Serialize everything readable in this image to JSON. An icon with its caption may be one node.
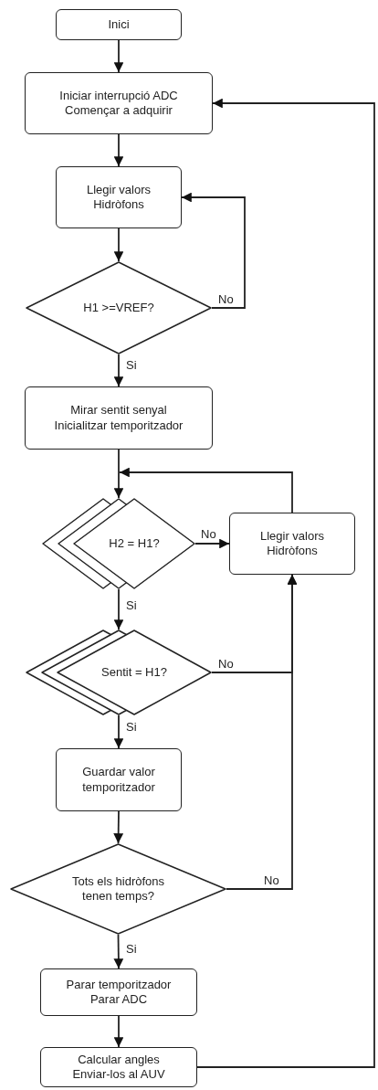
{
  "diagram": {
    "nodes": [
      {
        "text": [
          "Inici"
        ]
      },
      {
        "text": [
          "Iniciar interrupció ADC Començar a adquirir"
        ]
      },
      {
        "text": [
          "Llegir valors Hidròfons"
        ]
      },
      {
        "text": [
          "H1 >=VREF?"
        ]
      },
      {
        "text": [
          "Mirar sentit senyal Inicialitzar temporitzador"
        ]
      },
      {
        "text": [
          "H2 = H1?"
        ]
      },
      {
        "text": [
          "Llegir valors Hidròfons"
        ]
      },
      {
        "text": [
          "Sentit = H1?"
        ]
      },
      {
        "text": [
          "Guardar valor temporitzador"
        ]
      },
      {
        "text": [
          "Tots els hidròfons tenen temps?"
        ]
      },
      {
        "text": [
          "Parar temporitzador Parar ADC"
        ]
      },
      {
        "text": [
          "Calcular angles Enviar-los al AUV"
        ]
      }
    ],
    "edges": [
      {
        "from": 0,
        "to": 1,
        "arrow": "to"
      },
      {
        "from": 1,
        "to": 2,
        "arrow": "to"
      },
      {
        "from": 2,
        "to": 3,
        "arrow": "to"
      },
      {
        "from": 3,
        "to": 2,
        "arrow": "to",
        "label": "No"
      },
      {
        "from": 3,
        "to": 4,
        "arrow": "to",
        "label": "Si"
      },
      {
        "from": 4,
        "to": 5,
        "arrow": "to"
      },
      {
        "from": 6,
        "to": 5,
        "arrow": "to"
      },
      {
        "from": 5,
        "to": 6,
        "arrow": "to",
        "label": "No"
      },
      {
        "from": 5,
        "to": 7,
        "arrow": "to",
        "label": "Si"
      },
      {
        "from": 7,
        "to": 6,
        "arrow": "to",
        "label": "No"
      },
      {
        "from": 7,
        "to": 8,
        "arrow": "to",
        "label": "Si"
      },
      {
        "from": 8,
        "to": 9,
        "arrow": "to"
      },
      {
        "from": 9,
        "to": 6,
        "arrow": "to",
        "label": "No"
      },
      {
        "from": 9,
        "to": 10,
        "arrow": "to",
        "label": "Si"
      },
      {
        "from": 10,
        "to": 11,
        "arrow": "to"
      },
      {
        "from": 11,
        "to": 1,
        "arrow": "to"
      }
    ]
  }
}
